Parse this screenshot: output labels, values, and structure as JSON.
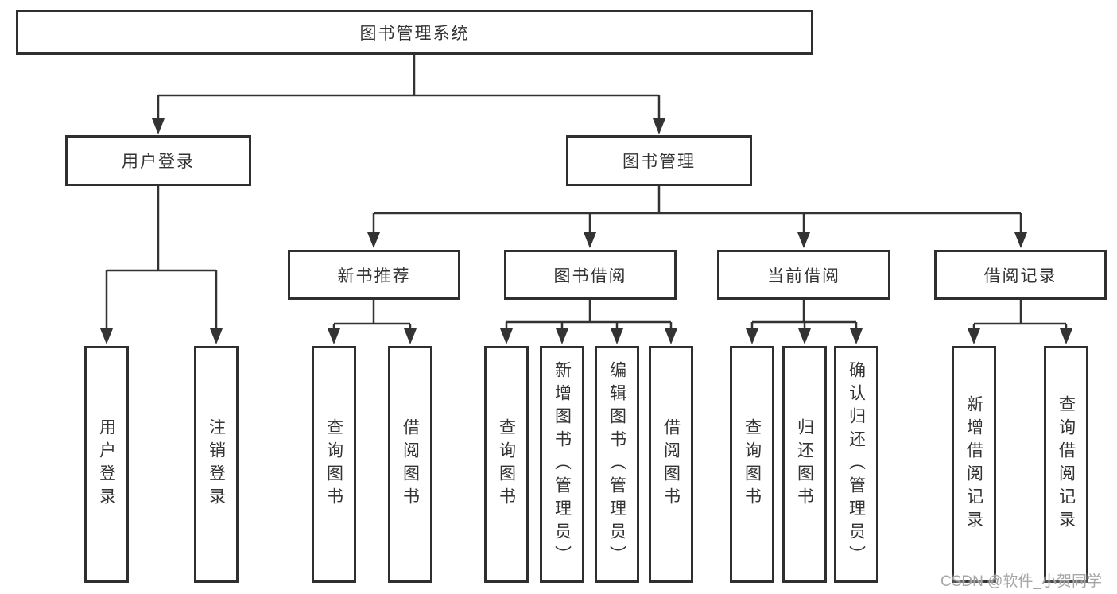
{
  "diagram": {
    "root": {
      "label": "图书管理系统"
    },
    "branches": [
      {
        "label": "用户登录",
        "children": [
          {
            "label": "用户登录"
          },
          {
            "label": "注销登录"
          }
        ]
      },
      {
        "label": "图书管理",
        "children": [
          {
            "label": "新书推荐",
            "children": [
              {
                "label": "查询图书"
              },
              {
                "label": "借阅图书"
              }
            ]
          },
          {
            "label": "图书借阅",
            "children": [
              {
                "label": "查询图书"
              },
              {
                "label": "新增图书（管理员）"
              },
              {
                "label": "编辑图书（管理员）"
              },
              {
                "label": "借阅图书"
              }
            ]
          },
          {
            "label": "当前借阅",
            "children": [
              {
                "label": "查询图书"
              },
              {
                "label": "归还图书"
              },
              {
                "label": "确认归还（管理员）"
              }
            ]
          },
          {
            "label": "借阅记录",
            "children": [
              {
                "label": "新增借阅记录"
              },
              {
                "label": "查询借阅记录"
              }
            ]
          }
        ]
      }
    ]
  },
  "watermark": {
    "text": "CSDN @软件_小贺同学"
  },
  "colors": {
    "line": "#333333",
    "box_border": "#2f2f2f",
    "box_fill": "#ffffff",
    "text": "#333333",
    "watermark": "#a6a6a6"
  }
}
